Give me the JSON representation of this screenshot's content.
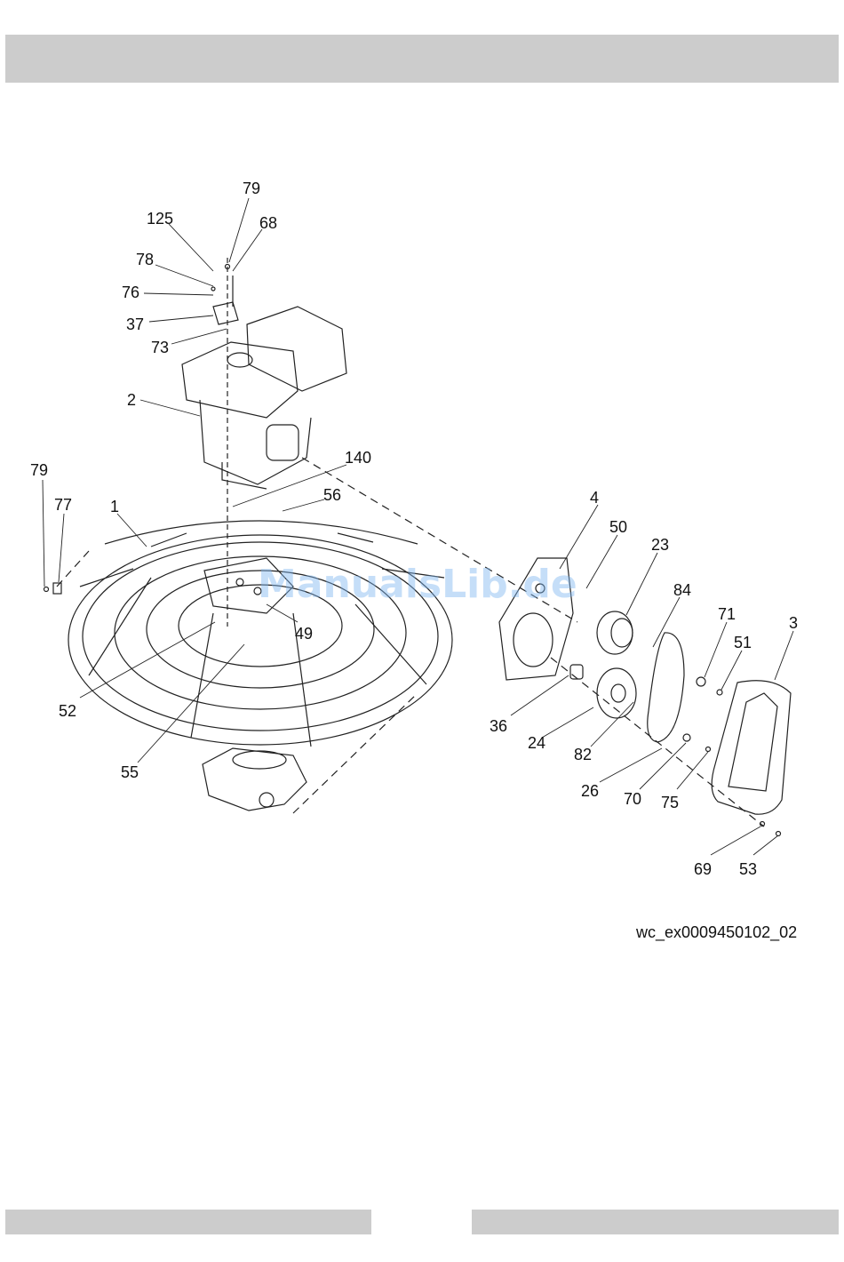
{
  "figure": {
    "code": "wc_ex0009450102_02",
    "watermark": "ManualsLib.de",
    "callouts": [
      "79",
      "125",
      "68",
      "78",
      "76",
      "37",
      "73",
      "2",
      "140",
      "79",
      "77",
      "1",
      "56",
      "4",
      "50",
      "23",
      "84",
      "71",
      "51",
      "3",
      "49",
      "52",
      "36",
      "24",
      "82",
      "26",
      "70",
      "75",
      "55",
      "69",
      "53"
    ]
  }
}
